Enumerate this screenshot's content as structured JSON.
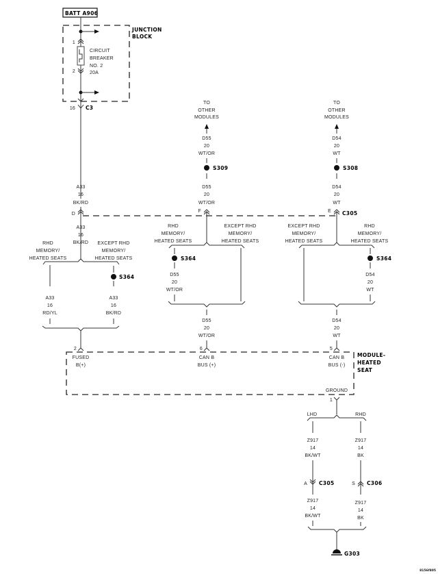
{
  "diagram": {
    "battery_label": "BATT A906",
    "junction_block": {
      "title_line1": "JUNCTION",
      "title_line2": "BLOCK",
      "pin_top": "1",
      "pin_bottom": "2",
      "breaker_lines": [
        "CIRCUIT",
        "BREAKER",
        "NO. 2",
        "20A"
      ],
      "connector_pin": "16",
      "connector_name": "C3"
    },
    "feed_wire": {
      "circuit": "A33",
      "gauge": "16",
      "color": "BK/RD"
    },
    "c305_top": {
      "name": "C305",
      "pins": {
        "d": "D",
        "f": "F",
        "e": "E"
      }
    },
    "left_branch": {
      "wire_below_d": {
        "circuit": "A33",
        "gauge": "16",
        "color": "BK/RD"
      },
      "option_a": [
        "RHD",
        "MEMORY/",
        "HEATED SEATS"
      ],
      "option_b": [
        "EXCEPT RHD",
        "MEMORY/",
        "HEATED SEATS"
      ],
      "splice": "S364",
      "wire_a": {
        "circuit": "A33",
        "gauge": "16",
        "color": "RD/YL"
      },
      "wire_b": {
        "circuit": "A33",
        "gauge": "16",
        "color": "BK/RD"
      }
    },
    "can_plus": {
      "to_other": [
        "TO",
        "OTHER",
        "MODULES"
      ],
      "wire_top": {
        "circuit": "D55",
        "gauge": "20",
        "color": "WT/OR"
      },
      "splice_top": "S309",
      "wire_mid": {
        "circuit": "D55",
        "gauge": "20",
        "color": "WT/OR"
      },
      "option_a": [
        "RHD",
        "MEMORY/",
        "HEATED SEATS"
      ],
      "option_b": [
        "EXCEPT RHD",
        "MEMORY/",
        "HEATED SEATS"
      ],
      "splice": "S364",
      "wire_branch": {
        "circuit": "D55",
        "gauge": "20",
        "color": "WT/OR"
      },
      "wire_bottom": {
        "circuit": "D55",
        "gauge": "20",
        "color": "WT/OR"
      }
    },
    "can_minus": {
      "to_other": [
        "TO",
        "OTHER",
        "MODULES"
      ],
      "wire_top": {
        "circuit": "D54",
        "gauge": "20",
        "color": "WT"
      },
      "splice_top": "S308",
      "wire_mid": {
        "circuit": "D54",
        "gauge": "20",
        "color": "WT"
      },
      "option_a": [
        "EXCEPT RHD",
        "MEMORY/",
        "HEATED SEATS"
      ],
      "option_b": [
        "RHD",
        "MEMORY/",
        "HEATED SEATS"
      ],
      "splice": "S364",
      "wire_branch": {
        "circuit": "D54",
        "gauge": "20",
        "color": "WT"
      },
      "wire_bottom": {
        "circuit": "D54",
        "gauge": "20",
        "color": "WT"
      }
    },
    "module": {
      "title": [
        "MODULE-",
        "HEATED",
        "SEAT"
      ],
      "pins": [
        {
          "pin": "2",
          "label": [
            "FUSED",
            "B(+)"
          ]
        },
        {
          "pin": "6",
          "label": [
            "CAN B",
            "BUS (+)"
          ]
        },
        {
          "pin": "5",
          "label": [
            "CAN B",
            "BUS (-)"
          ]
        }
      ],
      "ground_label": "GROUND",
      "ground_pin": "1"
    },
    "ground": {
      "lhd_label": "LHD",
      "rhd_label": "RHD",
      "lhd_wire_top": {
        "circuit": "Z917",
        "gauge": "14",
        "color": "BK/WT"
      },
      "rhd_wire_top": {
        "circuit": "Z917",
        "gauge": "14",
        "color": "BK"
      },
      "lhd_connector": {
        "pin": "A",
        "name": "C305"
      },
      "rhd_connector": {
        "pin": "S",
        "name": "C306"
      },
      "lhd_wire_bottom": {
        "circuit": "Z917",
        "gauge": "14",
        "color": "BK/WT"
      },
      "rhd_wire_bottom": {
        "circuit": "Z917",
        "gauge": "14",
        "color": "BK"
      },
      "ground_point": "G303"
    },
    "figure_id": "8156f805"
  }
}
